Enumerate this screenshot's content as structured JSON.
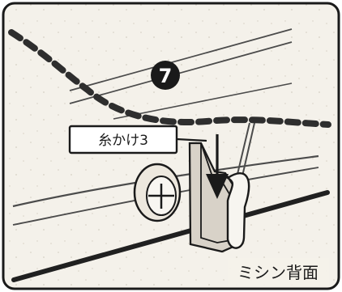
{
  "diagram": {
    "step_badge": "7",
    "callout_label": "糸かけ3",
    "machine_back_label": "ミシン背面",
    "icons": {
      "step": "step-number-icon",
      "arrow": "down-arrow-icon",
      "screw": "screw-icon",
      "guide": "thread-guide-icon"
    },
    "colors": {
      "outline": "#1a1a1a",
      "panel_fill": "#f4f1ea",
      "guide_fill": "#d8d2c8",
      "thread": "#2e2e2e",
      "badge": "#1a1a1a"
    }
  }
}
